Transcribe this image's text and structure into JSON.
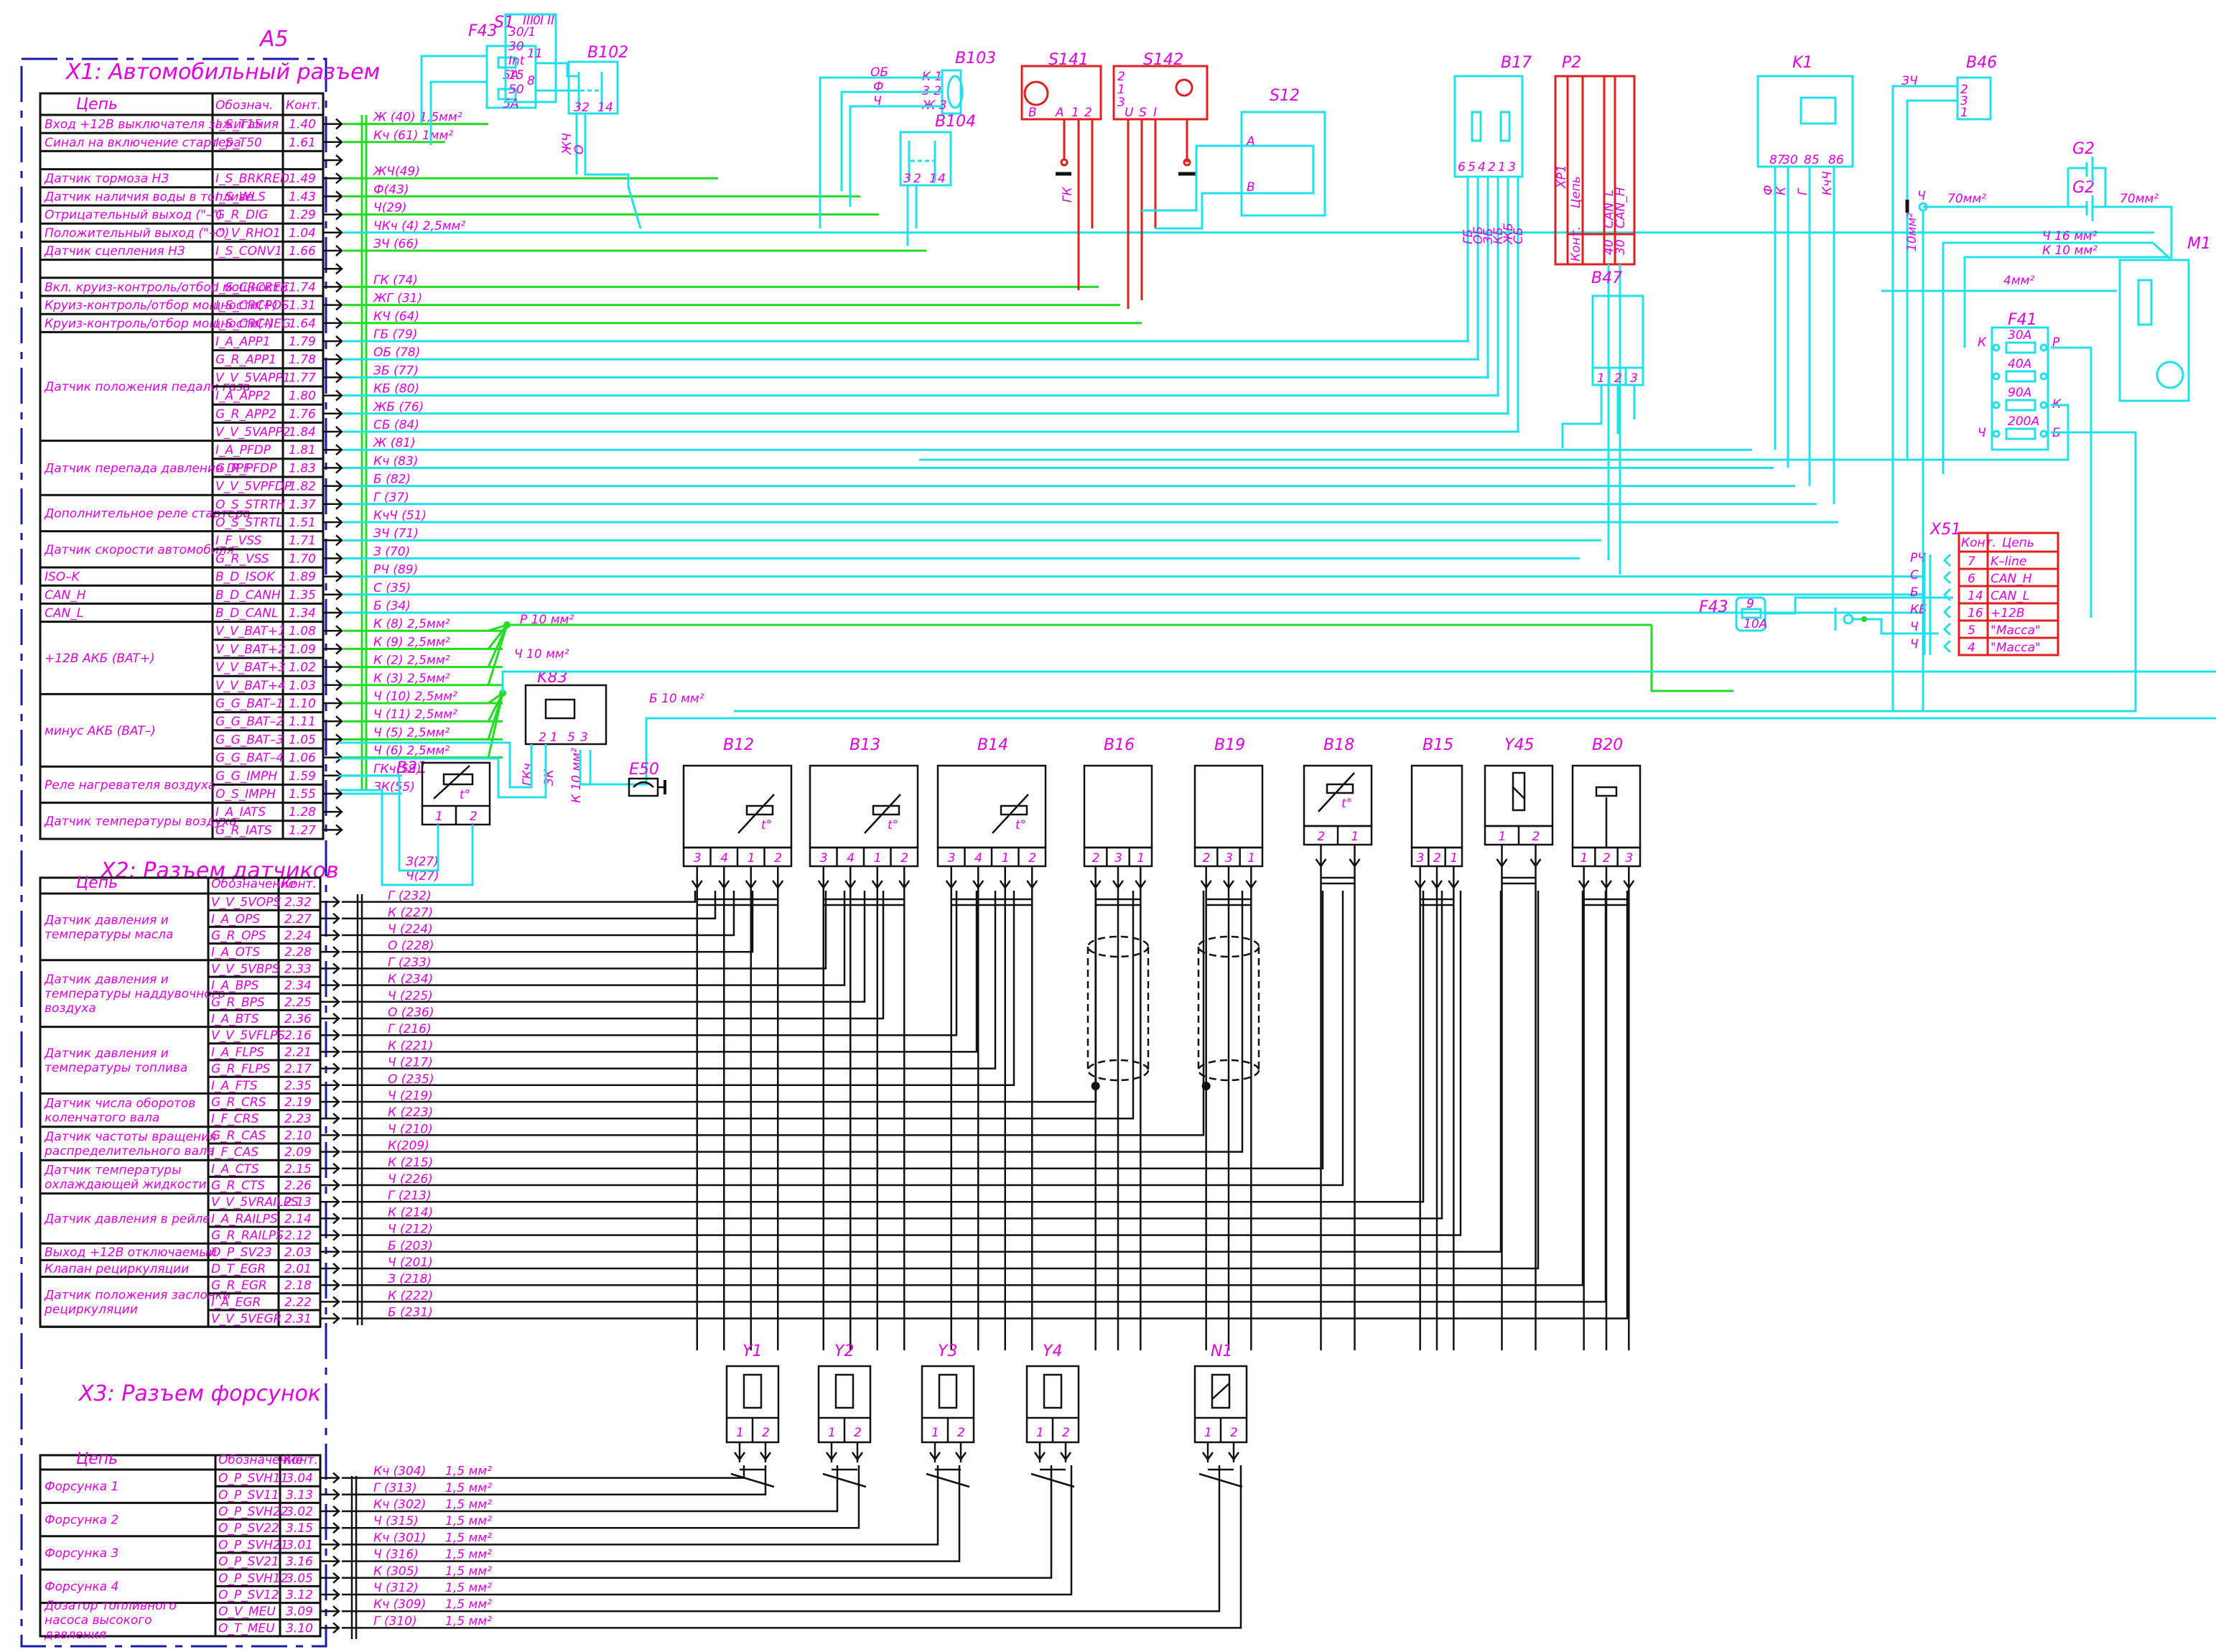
{
  "diagram": {
    "title": "A5",
    "x1": {
      "title": "X1:  Автомобильный разъем",
      "headers": [
        "Цепь",
        "Обознач.",
        "Конт."
      ],
      "rows": [
        {
          "circuit": "Вход +12В выключателя зажигания",
          "code": "I_S_T15",
          "pin": "1.40",
          "wire": "Ж (40)  1,5мм²"
        },
        {
          "circuit": "Синал на включение стартера",
          "code": "I_S_T50",
          "pin": "1.61",
          "wire": "Кч (61)   1мм²"
        },
        {
          "circuit": "",
          "code": "",
          "pin": "",
          "wire": ""
        },
        {
          "circuit": "Датчик тормоза НЗ",
          "code": "I_S_BRKRED",
          "pin": "1.49",
          "wire": "ЖЧ(49)"
        },
        {
          "circuit": "Датчик наличия воды в топливе",
          "code": "I_S_WLS",
          "pin": "1.43",
          "wire": "Ф(43)"
        },
        {
          "circuit": "Отрицательный выход (\"–\")",
          "code": "G_R_DIG",
          "pin": "1.29",
          "wire": "Ч(29)"
        },
        {
          "circuit": "Положительный выход (\"+\")",
          "code": "O_V_RHO1",
          "pin": "1.04",
          "wire": "ЧКч  (4) 2,5мм²"
        },
        {
          "circuit": "Датчик сцепления НЗ",
          "code": "I_S_CONV1",
          "pin": "1.66",
          "wire": "ЗЧ  (66)"
        },
        {
          "circuit": "",
          "code": "",
          "pin": "",
          "wire": ""
        },
        {
          "circuit": "Вкл. круиз-контроль/отбор мощности",
          "code": "I_S_CRCREC",
          "pin": "1.74",
          "wire": "ГК  (74)"
        },
        {
          "circuit": "Круиз-контроль/отбор мощности(+)",
          "code": "I_S_CRCPOS",
          "pin": "1.31",
          "wire": "ЖГ  (31)"
        },
        {
          "circuit": "Круиз-контроль/отбор мощности(–)",
          "code": "I_S_CRCNEG",
          "pin": "1.64",
          "wire": "КЧ  (64)"
        },
        {
          "circuit": "",
          "code": "I_A_APP1",
          "pin": "1.79",
          "wire": "ГБ  (79)"
        },
        {
          "circuit": "",
          "code": "G_R_APP1",
          "pin": "1.78",
          "wire": "ОБ (78)"
        },
        {
          "circuit": "Датчик положения педали газа",
          "code": "V_V_5VAPP1",
          "pin": "1.77",
          "wire": "ЗБ (77)"
        },
        {
          "circuit": "",
          "code": "I_A_APP2",
          "pin": "1.80",
          "wire": "КБ  (80)"
        },
        {
          "circuit": "",
          "code": "G_R_APP2",
          "pin": "1.76",
          "wire": "ЖБ (76)"
        },
        {
          "circuit": "",
          "code": "V_V_5VAPP2",
          "pin": "1.84",
          "wire": "СБ (84)"
        },
        {
          "circuit": "Датчик перепада давления DPF",
          "code": "I_A_PFDP",
          "pin": "1.81",
          "wire": "Ж (81)"
        },
        {
          "circuit": "",
          "code": "G_R_PFDP",
          "pin": "1.83",
          "wire": "Кч (83)"
        },
        {
          "circuit": "",
          "code": "V_V_5VPFDP",
          "pin": "1.82",
          "wire": "Б (82)"
        },
        {
          "circuit": "Дополнительное реле стартера",
          "code": "O_S_STRTH",
          "pin": "1.37",
          "wire": "Г  (37)"
        },
        {
          "circuit": "",
          "code": "O_S_STRTL",
          "pin": "1.51",
          "wire": "КчЧ (51)"
        },
        {
          "circuit": "Датчик скорости автомобиля",
          "code": "I_F_VSS",
          "pin": "1.71",
          "wire": "ЗЧ (71)"
        },
        {
          "circuit": "",
          "code": "G_R_VSS",
          "pin": "1.70",
          "wire": "З (70)"
        },
        {
          "circuit": "ISO–K",
          "code": "B_D_ISOK",
          "pin": "1.89",
          "wire": "РЧ (89)"
        },
        {
          "circuit": "CAN_H",
          "code": "B_D_CANH",
          "pin": "1.35",
          "wire": "С (35)"
        },
        {
          "circuit": "CAN_L",
          "code": "B_D_CANL",
          "pin": "1.34",
          "wire": "Б (34)"
        },
        {
          "circuit": "",
          "code": "V_V_BAT+1",
          "pin": "1.08",
          "wire": "К (8)    2,5мм²"
        },
        {
          "circuit": "+12В АКБ (BAT+)",
          "code": "V_V_BAT+2",
          "pin": "1.09",
          "wire": "К (9)    2,5мм²"
        },
        {
          "circuit": "",
          "code": "V_V_BAT+3",
          "pin": "1.02",
          "wire": "К (2)    2,5мм²"
        },
        {
          "circuit": "",
          "code": "V_V_BAT+4",
          "pin": "1.03",
          "wire": "К (3)    2,5мм²"
        },
        {
          "circuit": "",
          "code": "G_G_BAT–1",
          "pin": "1.10",
          "wire": "Ч (10)   2,5мм²"
        },
        {
          "circuit": "минус АКБ (BAT–)",
          "code": "G_G_BAT–2",
          "pin": "1.11",
          "wire": "Ч (11)   2,5мм²"
        },
        {
          "circuit": "",
          "code": "G_G_BAT–3",
          "pin": "1.05",
          "wire": "Ч (5)    2,5мм²"
        },
        {
          "circuit": "",
          "code": "G_G_BAT–4",
          "pin": "1.06",
          "wire": "Ч (6)    2,5мм²"
        },
        {
          "circuit": "Реле нагревателя воздуха",
          "code": "G_G_IMPH",
          "pin": "1.59",
          "wire": "ГКч(59)"
        },
        {
          "circuit": "",
          "code": "O_S_IMPH",
          "pin": "1.55",
          "wire": "ЗК(55)"
        },
        {
          "circuit": "Датчик температуры воздуха",
          "code": "I_A_IATS",
          "pin": "1.28",
          "wire": ""
        },
        {
          "circuit": "",
          "code": "G_R_IATS",
          "pin": "1.27",
          "wire": ""
        }
      ]
    },
    "x2": {
      "title": "X2:  Разъем датчиков",
      "headers": [
        "Цепь",
        "Обозначение",
        "Конт."
      ],
      "rows": [
        {
          "circuit": "Датчик давления и температуры масла",
          "code": "V_V_5VOPS",
          "pin": "2.32",
          "wire": "Г (232)"
        },
        {
          "circuit": "",
          "code": "I_A_OPS",
          "pin": "2.27",
          "wire": "К (227)"
        },
        {
          "circuit": "",
          "code": "G_R_OPS",
          "pin": "2.24",
          "wire": "Ч (224)"
        },
        {
          "circuit": "",
          "code": "I_A_OTS",
          "pin": "2.28",
          "wire": "О (228)"
        },
        {
          "circuit": "Датчик давления и температуры наддувочного воздуха",
          "code": "V_V_5VBPS",
          "pin": "2.33",
          "wire": "Г  (233)"
        },
        {
          "circuit": "",
          "code": "I_A_BPS",
          "pin": "2.34",
          "wire": "К (234)"
        },
        {
          "circuit": "",
          "code": "G_R_BPS",
          "pin": "2.25",
          "wire": "Ч (225)"
        },
        {
          "circuit": "",
          "code": "I_A_BTS",
          "pin": "2.36",
          "wire": "О (236)"
        },
        {
          "circuit": "Датчик давления и температуры топлива",
          "code": "V_V_5VFLPS",
          "pin": "2.16",
          "wire": "Г  (216)"
        },
        {
          "circuit": "",
          "code": "I_A_FLPS",
          "pin": "2.21",
          "wire": "К (221)"
        },
        {
          "circuit": "",
          "code": "G_R_FLPS",
          "pin": "2.17",
          "wire": "Ч (217)"
        },
        {
          "circuit": "",
          "code": "I_A_FTS",
          "pin": "2.35",
          "wire": "О (235)"
        },
        {
          "circuit": "Датчик числа оборотов коленчатого вала",
          "code": "G_R_CRS",
          "pin": "2.19",
          "wire": "Ч (219)"
        },
        {
          "circuit": "",
          "code": "I_F_CRS",
          "pin": "2.23",
          "wire": "К (223)"
        },
        {
          "circuit": "Датчик частоты вращения распределительного вала",
          "code": "G_R_CAS",
          "pin": "2.10",
          "wire": "Ч (210)"
        },
        {
          "circuit": "",
          "code": "I_F_CAS",
          "pin": "2.09",
          "wire": "К(209)"
        },
        {
          "circuit": "Датчик температуры охлаждающей жидкости",
          "code": "I_A_CTS",
          "pin": "2.15",
          "wire": "К (215)"
        },
        {
          "circuit": "",
          "code": "G_R_CTS",
          "pin": "2.26",
          "wire": "Ч (226)"
        },
        {
          "circuit": "Датчик давления в рейле",
          "code": "V_V_5VRAILPS",
          "pin": "2.13",
          "wire": "Г (213)"
        },
        {
          "circuit": "",
          "code": "I_A_RAILPS",
          "pin": "2.14",
          "wire": "К (214)"
        },
        {
          "circuit": "",
          "code": "G_R_RAILPS",
          "pin": "2.12",
          "wire": "Ч (212)"
        },
        {
          "circuit": "Выход +12В отключаемый",
          "code": "O_P_SV23",
          "pin": "2.03",
          "wire": "Б (203)"
        },
        {
          "circuit": "Клапан рециркуляции",
          "code": "D_T_EGR",
          "pin": "2.01",
          "wire": "Ч (201)"
        },
        {
          "circuit": "Датчик положения заслонки рециркуляции",
          "code": "G_R_EGR",
          "pin": "2.18",
          "wire": "З (218)"
        },
        {
          "circuit": "",
          "code": "I_A_EGR",
          "pin": "2.22",
          "wire": "К (222)"
        },
        {
          "circuit": "",
          "code": "V_V_5VEGR",
          "pin": "2.31",
          "wire": "Б (231)"
        }
      ]
    },
    "x3": {
      "title": "X3:  Разъем форсунок",
      "headers": [
        "Цепь",
        "Обозначение",
        "Конт."
      ],
      "rows": [
        {
          "circuit": "Форсунка 1",
          "code": "O_P_SVH11",
          "pin": "3.04",
          "wire": "Кч (304)",
          "size": "1,5 мм²"
        },
        {
          "circuit": "",
          "code": "O_P_SV11",
          "pin": "3.13",
          "wire": "Г (313)",
          "size": "1,5 мм²"
        },
        {
          "circuit": "Форсунка 2",
          "code": "O_P_SVH22",
          "pin": "3.02",
          "wire": "Кч (302)",
          "size": "1,5 мм²"
        },
        {
          "circuit": "",
          "code": "O_P_SV22",
          "pin": "3.15",
          "wire": "Ч (315)",
          "size": "1,5 мм²"
        },
        {
          "circuit": "Форсунка 3",
          "code": "O_P_SVH21",
          "pin": "3.01",
          "wire": "Кч (301)",
          "size": "1,5 мм²"
        },
        {
          "circuit": "",
          "code": "O_P_SV21",
          "pin": "3.16",
          "wire": "Ч (316)",
          "size": "1,5 мм²"
        },
        {
          "circuit": "Форсунка 4",
          "code": "O_P_SVH12",
          "pin": "3.05",
          "wire": "К (305)",
          "size": "1,5 мм²"
        },
        {
          "circuit": "",
          "code": "O_P_SV12",
          "pin": "3.12",
          "wire": "Ч (312)",
          "size": "1,5 мм²"
        },
        {
          "circuit": "Дозатор топливного насоса высокого давления",
          "code": "O_V_MEU",
          "pin": "3.09",
          "wire": "Кч (309)",
          "size": "1,5 мм²"
        },
        {
          "circuit": "",
          "code": "O_T_MEU",
          "pin": "3.10",
          "wire": "Г (310)",
          "size": "1,5 мм²"
        }
      ]
    },
    "components": {
      "F43_top": {
        "label": "F43",
        "pins": [
          "11",
          "8"
        ],
        "fuses": [
          "5А",
          "5А"
        ]
      },
      "S1": {
        "label": "S1",
        "pins": [
          "30/1",
          "30",
          "Int",
          "15",
          "50"
        ],
        "positions": [
          "III",
          "0",
          "I",
          "II"
        ]
      },
      "B102": {
        "label": "B102",
        "pins": [
          "3",
          "2",
          "1",
          "4"
        ],
        "wires": [
          "ЖЧ",
          "О"
        ]
      },
      "B103": {
        "label": "B103",
        "pins": [
          "К 1",
          "3 2",
          "Ж 3"
        ],
        "wires": [
          "ОБ",
          "Ф",
          "Ч"
        ]
      },
      "B104": {
        "label": "B104",
        "pins": [
          "3",
          "2",
          "1",
          "4"
        ]
      },
      "S141": {
        "label": "S141",
        "pins": [
          "В",
          "А",
          "1",
          "2"
        ],
        "wire": "ГК"
      },
      "S142": {
        "label": "S142",
        "pins_left": [
          "2",
          "1",
          "3"
        ],
        "pins_bottom": [
          "U",
          "S",
          "I"
        ]
      },
      "S12": {
        "label": "S12",
        "pins": [
          "А",
          "В"
        ]
      },
      "B17": {
        "label": "B17",
        "pins": [
          "6",
          "5",
          "4",
          "2",
          "1",
          "3"
        ],
        "wires": [
          "ГБ",
          "ОБ",
          "ЗБ",
          "КБ",
          "ЖБ",
          "СБ"
        ]
      },
      "P2": {
        "label": "P2",
        "connector": "XP1",
        "col_circuit": "Цепь",
        "col_pin": "Конт.",
        "signals": [
          "CAN_L",
          "CAN_H"
        ],
        "pins": [
          "40",
          "30"
        ]
      },
      "K1": {
        "label": "K1",
        "pins": [
          "87",
          "30",
          "85",
          "86"
        ],
        "wires": [
          "Ф",
          "К",
          "Г",
          "КчЧ"
        ]
      },
      "B46": {
        "label": "B46",
        "pins": [
          "2",
          "3",
          "1"
        ],
        "wire": "ЗЧ"
      },
      "G2": {
        "labels": [
          "G2",
          "G2"
        ],
        "cable": "70мм²",
        "cable2": "70мм²",
        "ground_wire": "Ч",
        "ground_size": "10мм²"
      },
      "M1": {
        "label": "M1",
        "wire1": "Ч   16 мм²",
        "wire2": "К   10 мм²",
        "wire3": "4мм²"
      },
      "F41": {
        "label": "F41",
        "fuses": [
          "30А",
          "40А",
          "90А",
          "200А"
        ],
        "left_pins": [
          "К",
          "Ч"
        ],
        "right_pins": [
          "Р",
          "К",
          "Б"
        ]
      },
      "B47": {
        "label": "B47",
        "pins": [
          "1",
          "2",
          "3"
        ]
      },
      "X51": {
        "label": "X51",
        "wires": [
          "РЧ",
          "С",
          "Б",
          "КБ",
          "Ч",
          "Ч"
        ],
        "headers": [
          "Конт.",
          "Цепь"
        ],
        "rows": [
          {
            "pin": "7",
            "circuit": "K–line"
          },
          {
            "pin": "6",
            "circuit": "CAN_H"
          },
          {
            "pin": "14",
            "circuit": "CAN_L"
          },
          {
            "pin": "16",
            "circuit": "+12В"
          },
          {
            "pin": "5",
            "circuit": "\"Масса\""
          },
          {
            "pin": "4",
            "circuit": "\"Масса\""
          }
        ]
      },
      "F43_bottom": {
        "label": "F43",
        "pin": "9",
        "fuse": "10А"
      },
      "battery_bus": {
        "plus": "Р   10 мм²",
        "minus": "Ч   10 мм²"
      },
      "K83": {
        "label": "K83",
        "pins": [
          "2",
          "1",
          "5",
          "3"
        ],
        "wires": [
          "ГКч",
          "ЗК"
        ],
        "out_wire": "К 10 мм²",
        "b_wire": "Б   10 мм²"
      },
      "E50": {
        "label": "E50"
      },
      "B21": {
        "label": "B21",
        "pins": [
          "1",
          "2"
        ],
        "wires": [
          "З(27)",
          "Ч(27)"
        ],
        "symbol": "t°"
      },
      "B12": {
        "label": "B12",
        "pins": [
          "3",
          "4",
          "1",
          "2"
        ],
        "symbol": "t°"
      },
      "B13": {
        "label": "B13",
        "pins": [
          "3",
          "4",
          "1",
          "2"
        ],
        "symbol": "t°"
      },
      "B14": {
        "label": "B14",
        "pins": [
          "3",
          "4",
          "1",
          "2"
        ],
        "symbol": "t°"
      },
      "B16": {
        "label": "B16",
        "pins": [
          "2",
          "3",
          "1"
        ]
      },
      "B19": {
        "label": "B19",
        "pins": [
          "2",
          "3",
          "1"
        ]
      },
      "B18": {
        "label": "B18",
        "pins": [
          "2",
          "1"
        ],
        "symbol": "t°"
      },
      "B15": {
        "label": "B15",
        "pins": [
          "3",
          "2",
          "1"
        ]
      },
      "Y45": {
        "label": "Y45",
        "pins": [
          "1",
          "2"
        ]
      },
      "B20": {
        "label": "B20",
        "pins": [
          "1",
          "2",
          "3"
        ]
      },
      "Y1": {
        "label": "Y1",
        "pins": [
          "1",
          "2"
        ]
      },
      "Y2": {
        "label": "Y2",
        "pins": [
          "1",
          "2"
        ]
      },
      "Y3": {
        "label": "Y3",
        "pins": [
          "1",
          "2"
        ]
      },
      "Y4": {
        "label": "Y4",
        "pins": [
          "1",
          "2"
        ]
      },
      "N1": {
        "label": "N1",
        "pins": [
          "1",
          "2"
        ]
      }
    },
    "colors": {
      "text": "#e000e0",
      "wire_cyan": "#22e0e8",
      "wire_green": "#22dd22",
      "wire_red": "#e02020",
      "wire_black": "#111111",
      "frame_blue": "#1a1aa8"
    }
  }
}
